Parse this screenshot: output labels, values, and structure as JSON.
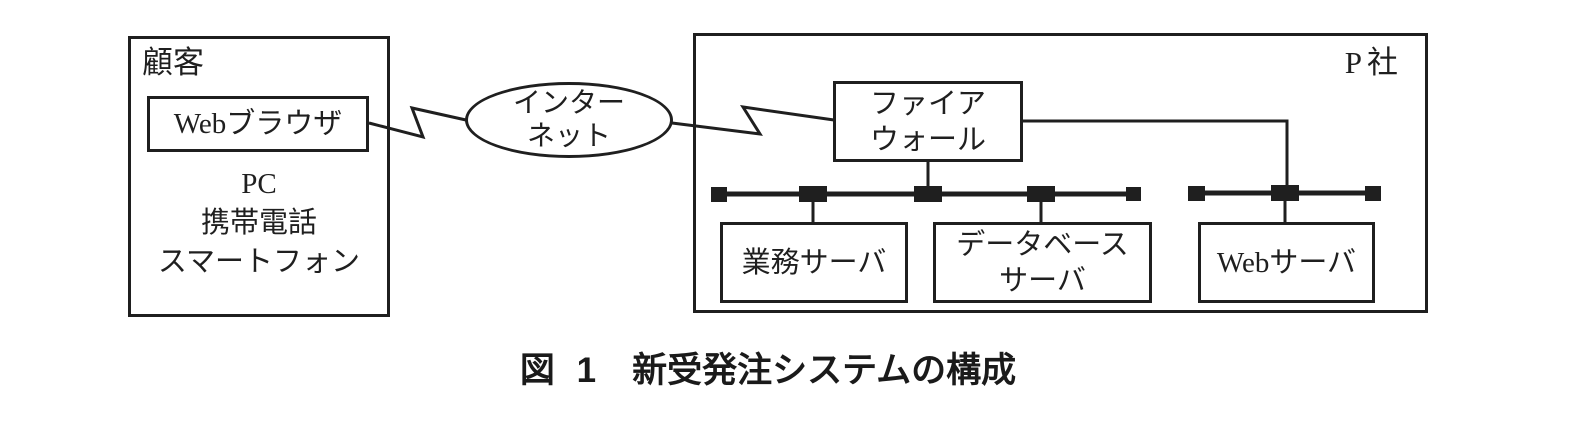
{
  "figure": {
    "caption": {
      "figure_label": "図 1",
      "title": "新受発注システムの構成"
    },
    "customer": {
      "group_label": "顧客",
      "browser_label": "Webブラウザ",
      "devices": [
        "PC",
        "携帯電話",
        "スマートフォン"
      ]
    },
    "internet": {
      "label_line1": "インター",
      "label_line2": "ネット"
    },
    "company": {
      "group_label": "P社",
      "firewall": {
        "label_line1": "ファイア",
        "label_line2": "ウォール"
      },
      "business_server_label": "業務サーバ",
      "database_server": {
        "label_line1": "データベース",
        "label_line2": "サーバ"
      },
      "web_server_label": "Webサーバ"
    },
    "colors": {
      "ink": "#1f1f1f",
      "paper": "#ffffff"
    }
  }
}
